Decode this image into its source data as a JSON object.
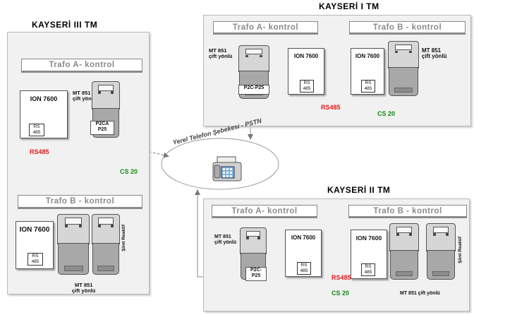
{
  "stations": {
    "s3": {
      "title": "KAYSERİ  III TM",
      "trafo_a": "Trafo A- kontrol",
      "trafo_b": "Trafo B - kontrol",
      "ion_a": "ION 7600",
      "ion_b": "ION 7600",
      "rs_a": [
        "RS",
        "485"
      ],
      "rs_b": [
        "RS",
        "485"
      ],
      "mt_label": [
        "MT 851",
        "çift yönlü"
      ],
      "p2c": [
        "P2CA",
        "P25"
      ],
      "rs485_label": "RS485",
      "cs20_label": "CS 20",
      "mt_bottom": [
        "MT 851",
        "çift yönlü"
      ],
      "sayac_label": "Şönt Reaktif"
    },
    "s1": {
      "title": "KAYSERİ  I TM",
      "trafo_a": "Trafo A- kontrol",
      "trafo_b": "Trafo B - kontrol",
      "ion_a": "ION 7600",
      "ion_b": "ION 7600",
      "rs_a": [
        "RS",
        "485"
      ],
      "rs_b": [
        "RS",
        "485"
      ],
      "mt_left": [
        "MT 851",
        "çift yönlü"
      ],
      "mt_right": [
        "MT 851",
        "çift yönlü"
      ],
      "p2c": "P2C-P25",
      "rs485_label": "RS485",
      "cs20_label": "CS 20"
    },
    "s2": {
      "title": "KAYSERİ  II TM",
      "trafo_a": "Trafo A- kontrol",
      "trafo_b": "Trafo B - kontrol",
      "ion_a": "ION 7600",
      "ion_b": "ION 7600",
      "rs_a": [
        "RS",
        "485"
      ],
      "rs_b": [
        "RS",
        "485"
      ],
      "mt_left": [
        "MT 851",
        "çift yönlü"
      ],
      "p2c": [
        "P2C-",
        "P25"
      ],
      "rs485_label": "RS485",
      "cs20_label": "CS 20",
      "mt_bottom": "MT 851 çift yönlü",
      "sayac_label": "Şönt Reaktif"
    }
  },
  "network": {
    "label": "Yerel Telefon Şebekesi - PSTN",
    "icon": "fax-telephone-icon"
  },
  "colors": {
    "rs485": "#e21a1a",
    "cs20": "#118811",
    "pstn_link": "#777777"
  }
}
